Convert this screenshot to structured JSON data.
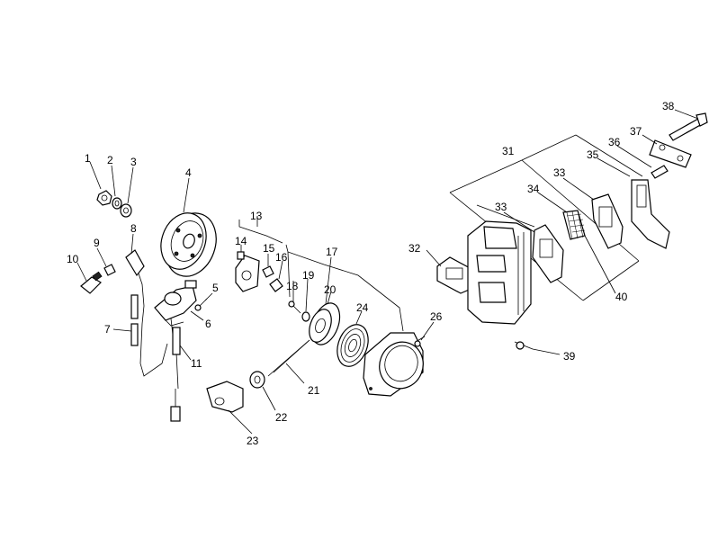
{
  "diagram": {
    "callouts": [
      {
        "id": "c1",
        "label": "1"
      },
      {
        "id": "c2",
        "label": "2"
      },
      {
        "id": "c3",
        "label": "3"
      },
      {
        "id": "c4",
        "label": "4"
      },
      {
        "id": "c5",
        "label": "5"
      },
      {
        "id": "c6",
        "label": "6"
      },
      {
        "id": "c7",
        "label": "7"
      },
      {
        "id": "c8",
        "label": "8"
      },
      {
        "id": "c9",
        "label": "9"
      },
      {
        "id": "c10",
        "label": "10"
      },
      {
        "id": "c11",
        "label": "11"
      },
      {
        "id": "c13",
        "label": "13"
      },
      {
        "id": "c14",
        "label": "14"
      },
      {
        "id": "c15",
        "label": "15"
      },
      {
        "id": "c16",
        "label": "16"
      },
      {
        "id": "c17",
        "label": "17"
      },
      {
        "id": "c18",
        "label": "18"
      },
      {
        "id": "c19",
        "label": "19"
      },
      {
        "id": "c20",
        "label": "20"
      },
      {
        "id": "c21",
        "label": "21"
      },
      {
        "id": "c22",
        "label": "22"
      },
      {
        "id": "c23",
        "label": "23"
      },
      {
        "id": "c24",
        "label": "24"
      },
      {
        "id": "c26",
        "label": "26"
      },
      {
        "id": "c31",
        "label": "31"
      },
      {
        "id": "c32",
        "label": "32"
      },
      {
        "id": "c33a",
        "label": "33"
      },
      {
        "id": "c33b",
        "label": "33"
      },
      {
        "id": "c34",
        "label": "34"
      },
      {
        "id": "c35",
        "label": "35"
      },
      {
        "id": "c36",
        "label": "36"
      },
      {
        "id": "c37",
        "label": "37"
      },
      {
        "id": "c38",
        "label": "38"
      },
      {
        "id": "c39",
        "label": "39"
      },
      {
        "id": "c40",
        "label": "40"
      }
    ]
  }
}
